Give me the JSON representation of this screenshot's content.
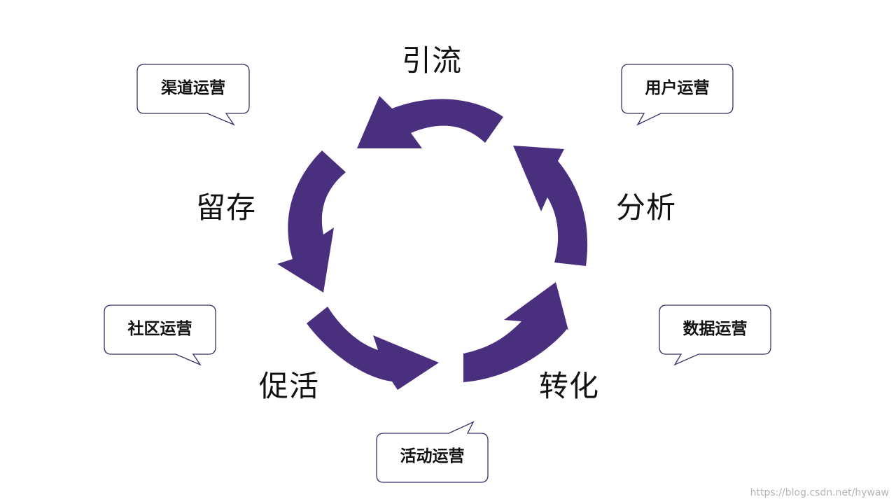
{
  "diagram": {
    "stages": [
      {
        "id": "yinliu",
        "label": "引流"
      },
      {
        "id": "fenxi",
        "label": "分析"
      },
      {
        "id": "zhuanhua",
        "label": "转化"
      },
      {
        "id": "cuohuo",
        "label": "促活"
      },
      {
        "id": "liucun",
        "label": "留存"
      }
    ],
    "bubbles": [
      {
        "id": "qudao",
        "label": "渠道运营"
      },
      {
        "id": "yonghu",
        "label": "用户运营"
      },
      {
        "id": "shuju",
        "label": "数据运营"
      },
      {
        "id": "huodong",
        "label": "活动运营"
      },
      {
        "id": "shequ",
        "label": "社区运营"
      }
    ],
    "colors": {
      "arrow": "#4b2f7f",
      "bubble_border": "#3a2e6b",
      "text": "#111111"
    }
  },
  "watermark": "https://blog.csdn.net/hywaw"
}
